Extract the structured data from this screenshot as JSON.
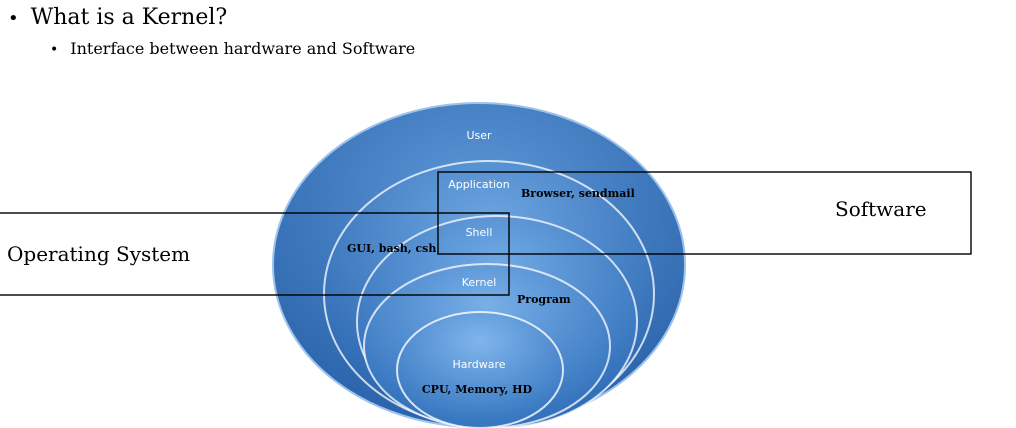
{
  "slide": {
    "heading": "What is a Kernel?",
    "subpoint": "Interface between hardware and Software",
    "bullet_glyph": "•"
  },
  "diagram": {
    "layers": [
      "User",
      "Application",
      "Shell",
      "Kernel",
      "Hardware"
    ],
    "annotations": {
      "application": "Browser,  sendmail",
      "shell": "GUI, bash, csh",
      "kernel": "Program",
      "hardware": "CPU, Memory, HD"
    },
    "boxes": {
      "software": "Software",
      "operating_system": "Operating System"
    }
  },
  "colors": {
    "ellipse_outer": "#2f6fb9",
    "ellipse_inner": "#6aa5e0",
    "ellipse_rim": "#ffffff",
    "box_stroke": "#000000"
  }
}
